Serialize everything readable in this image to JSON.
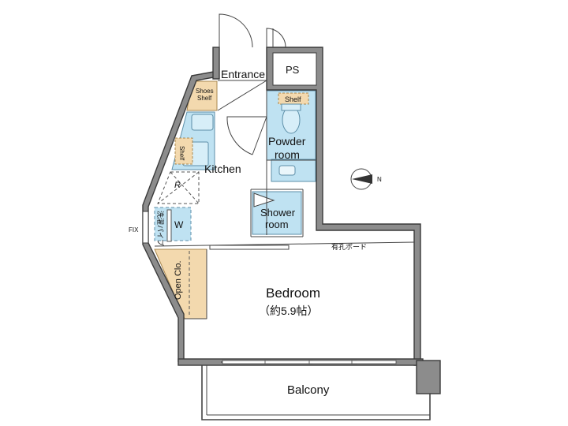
{
  "rooms": {
    "entrance": "Entrance",
    "ps": "PS",
    "shoes_shelf": "Shoes\nShelf",
    "shelf_top": "Shelf",
    "shelf_side": "Shelf",
    "powder_room": "Powder\nroom",
    "kitchen": "Kitchen",
    "r_mark": "R",
    "washer_pipe": "洗濯パイプ",
    "washer": "W",
    "fix": "FIX",
    "shower_room": "Shower\nroom",
    "board": "有孔ボード",
    "open_clo": "Open Clo.",
    "bedroom": "Bedroom",
    "bedroom_size": "（約5.9帖）",
    "balcony": "Balcony"
  },
  "compass": {
    "label": "N"
  }
}
